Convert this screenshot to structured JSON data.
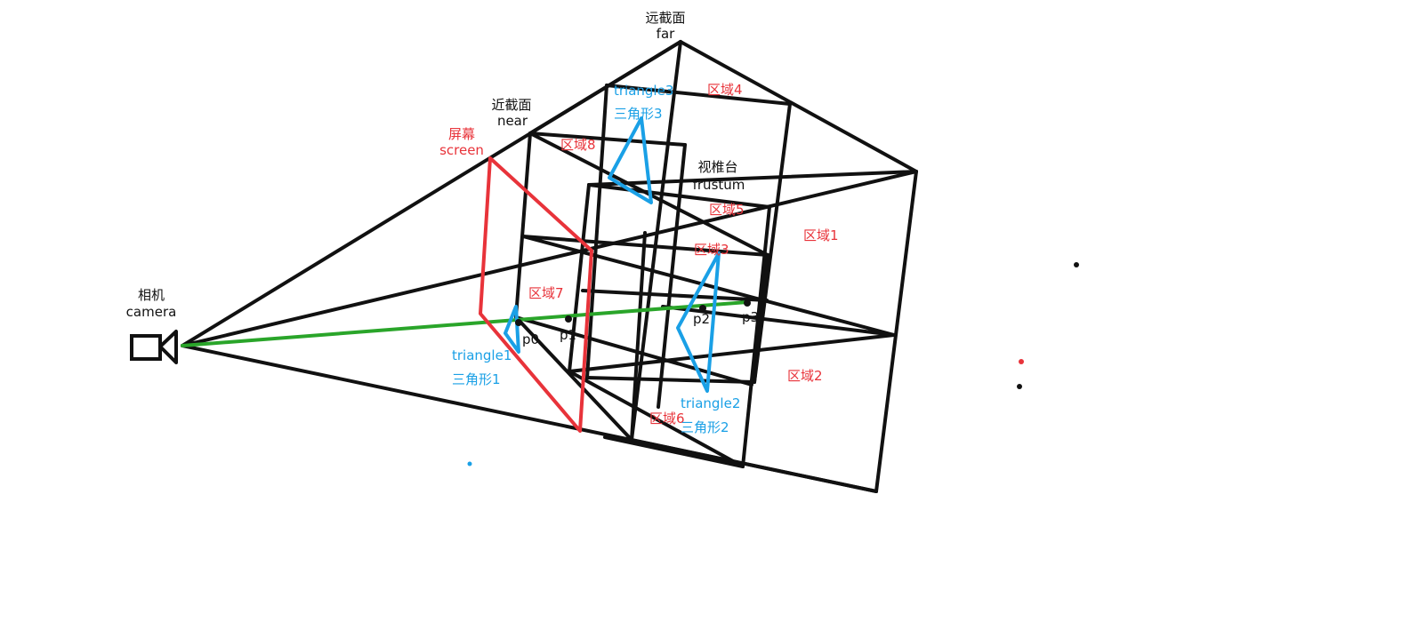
{
  "labels": {
    "camera_cn": "相机",
    "camera_en": "camera",
    "screen_cn": "屏幕",
    "screen_en": "screen",
    "near_cn": "近截面",
    "near_en": "near",
    "far_cn": "远截面",
    "far_en": "far",
    "frustum_cn": "视椎台",
    "frustum_en": "frustum"
  },
  "regions": {
    "r1": "区域1",
    "r2": "区域2",
    "r3": "区域3",
    "r4": "区域4",
    "r5": "区域5",
    "r6": "区域6",
    "r7": "区域7",
    "r8": "区域8"
  },
  "triangles": {
    "t1_en": "triangle1",
    "t1_cn": "三角形1",
    "t2_en": "triangle2",
    "t2_cn": "三角形2",
    "t3_en": "triangle3",
    "t3_cn": "三角形3"
  },
  "points": {
    "p0": "p0",
    "p1": "p1",
    "p2": "p2",
    "p3": "p3"
  },
  "colors": {
    "edges": "#111111",
    "screen": "#e8333a",
    "ray": "#2aa52a",
    "triangles": "#1aa0e6",
    "region_labels": "#e8333a"
  }
}
